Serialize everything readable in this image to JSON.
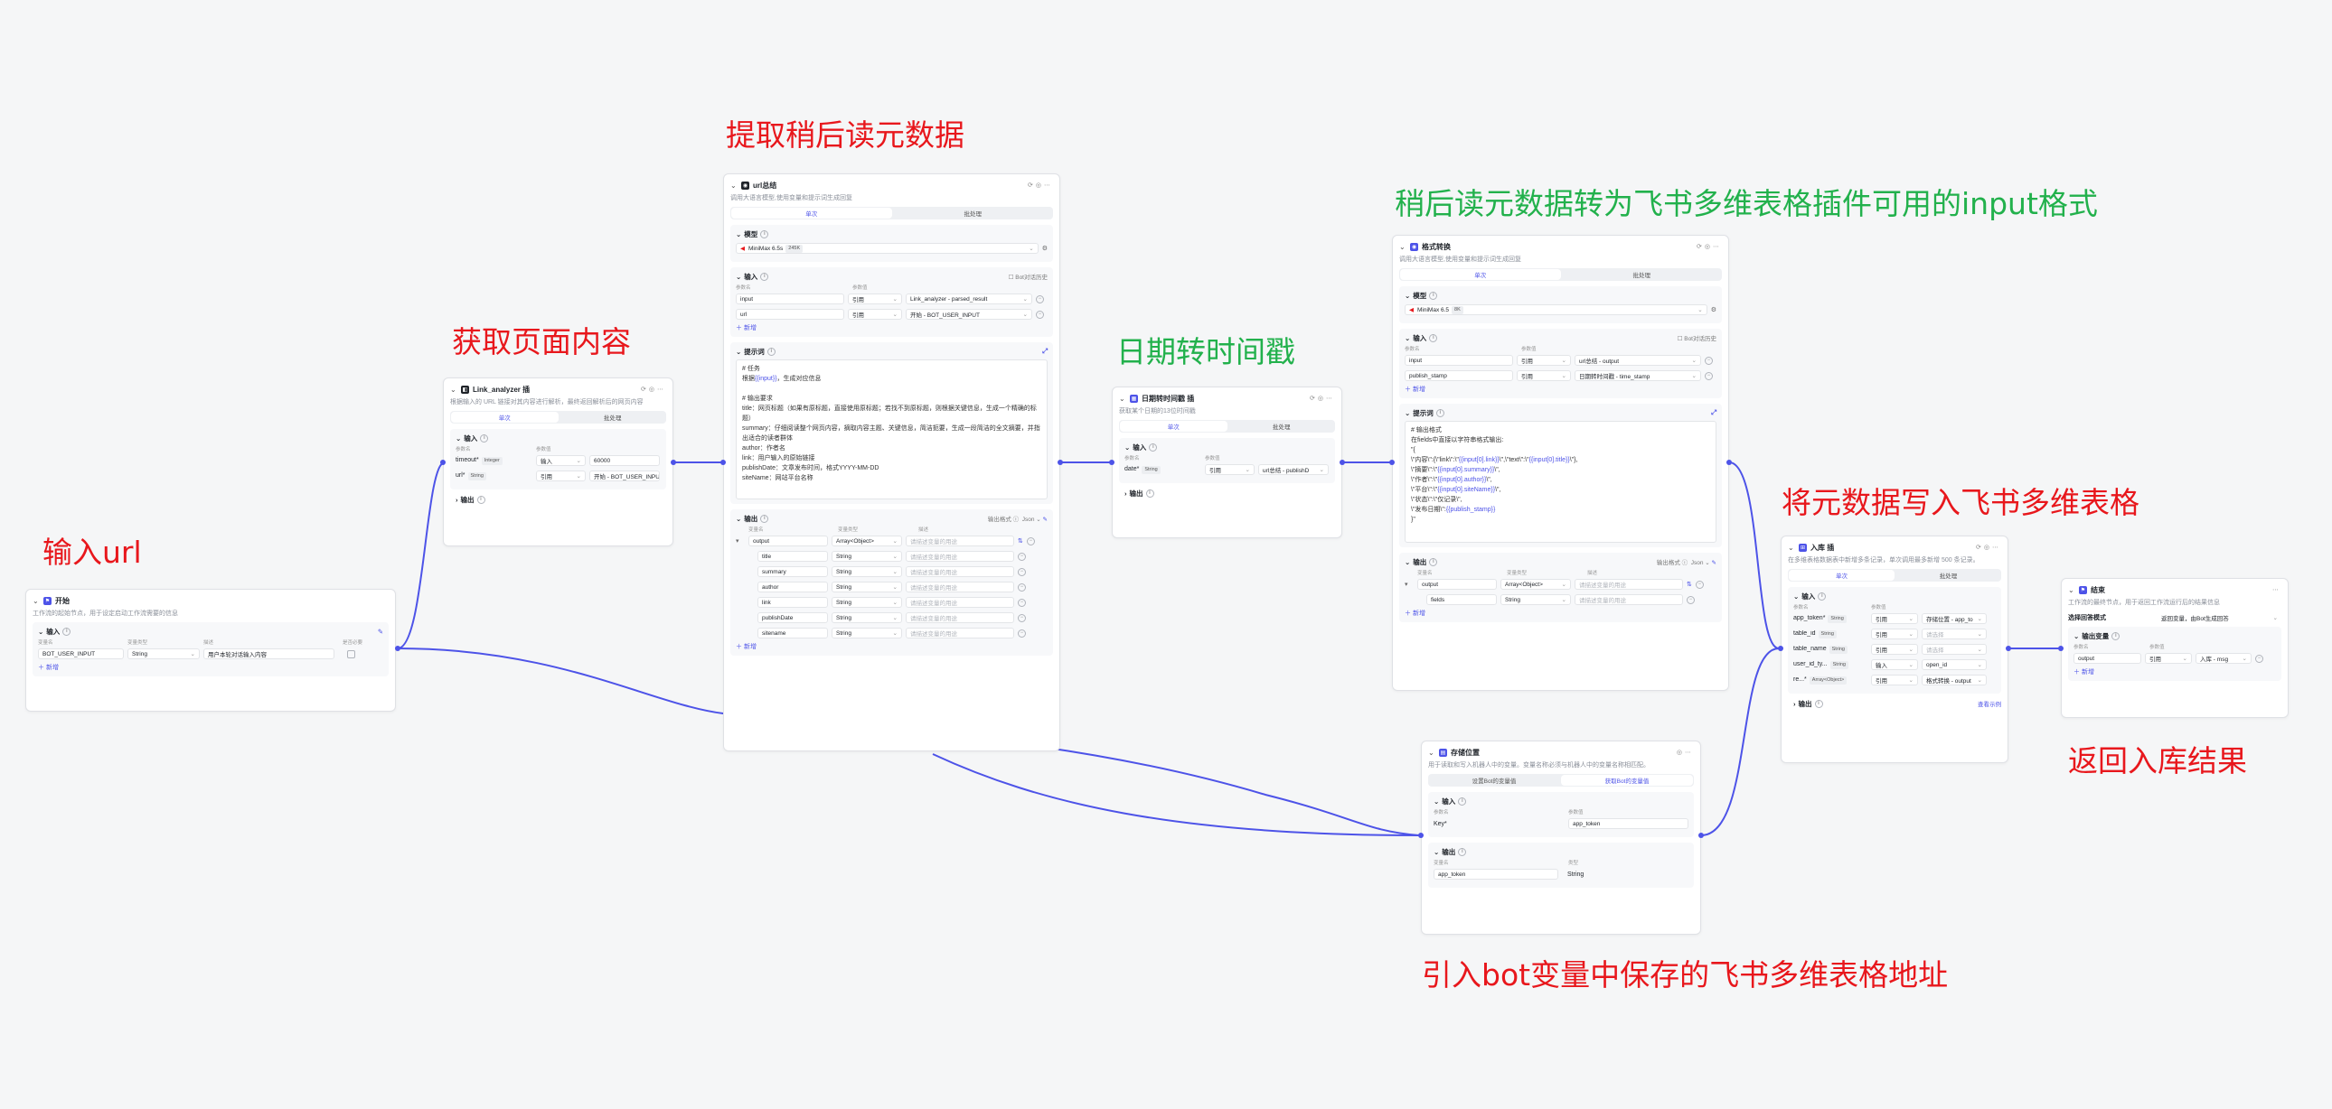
{
  "annotations": {
    "input_url": "输入url",
    "get_page": "获取页面内容",
    "extract": "提取稍后读元数据",
    "date_ts": "日期转时间戳",
    "format": "稍后读元数据转为飞书多维表格插件可用的input格式",
    "write": "将元数据写入飞书多维表格",
    "bot_var": "引入bot变量中保存的飞书多维表格地址",
    "return": "返回入库结果"
  },
  "colors": {
    "red_annotation": "#e8171c",
    "green_annotation": "#22b14c",
    "wire": "#4d53e8"
  },
  "common": {
    "tab_single": "单次",
    "tab_batch": "批处理",
    "input": "输入",
    "output": "输出",
    "add": "新增",
    "prompt": "提示词",
    "model": "模型",
    "col_name": "参数名",
    "col_value": "参数值",
    "col_type": "变量类型",
    "col_desc": "描述",
    "ref": "引用",
    "string": "String",
    "bot_history": "Bot对话历史",
    "json": "Json",
    "placeholder_desc": "请描述变量的用途"
  },
  "start": {
    "title": "开始",
    "desc": "工作流的起始节点，用于设定启动工作流需要的信息",
    "col_name": "变量名",
    "col_type": "变量类型",
    "col_desc": "描述",
    "col_required": "是否必要",
    "var_name": "BOT_USER_INPUT",
    "var_type": "String",
    "var_desc": "用户本轮对话输入内容"
  },
  "link": {
    "title": "Link_analyzer 插",
    "desc": "根据输入的 URL 链接对其内容进行解析，最终返回解析后的网页内容",
    "rows": [
      {
        "name": "timeout*",
        "type": "Integer",
        "mode": "输入",
        "value": "60000"
      },
      {
        "name": "url*",
        "type": "String",
        "mode": "引用",
        "value": "开始 - BOT_USER_INPUT"
      }
    ]
  },
  "url_extract": {
    "title": "url总结",
    "desc": "调用大语言模型,使用变量和提示词生成回复",
    "model_name": "MiniMax 6.5s",
    "model_tag": "245K",
    "inputs": [
      {
        "name": "input",
        "mode": "引用",
        "value": "Link_analyzer - parsed_result"
      },
      {
        "name": "url",
        "mode": "引用",
        "value": "开始 - BOT_USER_INPUT"
      }
    ],
    "prompt": [
      "# 任务",
      "根据{{input}}，生成对应信息",
      "",
      "# 输出要求",
      "title：网页标题（如果有原标题，直接使用原标题；若找不到原标题，则根据关键信息，生成一个精确的标题）",
      "summary：仔细阅读整个网页内容，摘取内容主题、关键信息，简洁扼要，生成一段简洁的全文摘要，并指出适合的读者群体",
      "author：作者名",
      "link：用户输入的原始链接",
      "publishDate：文章发布时间，格式YYYY-MM-DD",
      "siteName：网站平台名称"
    ],
    "output_format": "输出格式",
    "outputs": [
      {
        "name": "output",
        "type": "Array<Object>"
      },
      {
        "name": "title",
        "type": "String"
      },
      {
        "name": "summary",
        "type": "String"
      },
      {
        "name": "author",
        "type": "String"
      },
      {
        "name": "link",
        "type": "String"
      },
      {
        "name": "publishDate",
        "type": "String"
      },
      {
        "name": "sitename",
        "type": "String"
      }
    ]
  },
  "date_node": {
    "title": "日期转时间戳 插",
    "desc": "获取某个日期的13位时间戳",
    "row": {
      "name": "date*",
      "type": "String",
      "mode": "引用",
      "value": "url总结 - publishD"
    }
  },
  "fmt": {
    "title": "格式转换",
    "desc": "调用大语言模型,使用变量和提示词生成回复",
    "model_name": "MiniMax 6.5",
    "model_tag": "8K",
    "inputs": [
      {
        "name": "input",
        "mode": "引用",
        "value": "url总结 - output"
      },
      {
        "name": "publish_stamp",
        "mode": "引用",
        "value": "日期转时间戳 - time_stamp"
      }
    ],
    "prompt": [
      "# 输出格式",
      "在fields中直接以字符串格式输出:",
      "\"{",
      "\\\"内容\\\":{\\\"link\\\":\\\"{{input[0].link}}\\\",\\\"text\\\":\\\"{{input[0].title}}\\\"},",
      "\\\"摘要\\\":\\\"{{input[0].summary}}\\\",",
      "\\\"作者\\\":\\\"{{input[0].author}}\\\",",
      "\\\"平台\\\":\\\"{{input[0].siteName}}\\\",",
      "\\\"状态\\\":\\\"仅记录\\\",",
      "\\\"发布日期\\\":{{publish_stamp}}",
      "}\""
    ],
    "outputs": [
      {
        "name": "output",
        "type": "Array<Object>"
      },
      {
        "name": "fields",
        "type": "String"
      }
    ]
  },
  "storage": {
    "title": "存储位置",
    "desc": "用于读取和写入机器人中的变量。变量名称必须与机器人中的变量名称相匹配。",
    "tab1": "设置Bot的变量值",
    "tab2": "获取Bot的变量值",
    "in_key": "Key*",
    "in_value": "app_token",
    "col_var": "变量名",
    "col_type": "类型",
    "out_name": "app_token",
    "out_type": "String"
  },
  "insert": {
    "title": "入库 插",
    "desc": "在多维表格数据表中新增多条记录，单次调用最多新增 500 条记录。",
    "rows": [
      {
        "name": "app_token*",
        "type": "String",
        "mode": "引用",
        "value": "存储位置 - app_to"
      },
      {
        "name": "table_id",
        "type": "String",
        "mode": "引用",
        "value": "请选择"
      },
      {
        "name": "table_name",
        "type": "String",
        "mode": "引用",
        "value": "请选择"
      },
      {
        "name": "user_id_ty...",
        "type": "String",
        "mode": "输入",
        "value": "open_id"
      },
      {
        "name": "re...*",
        "type": "Array<Object>",
        "mode": "引用",
        "value": "格式转换 - output"
      }
    ],
    "view_example": "查看示例"
  },
  "end_node": {
    "title": "结束",
    "desc": "工作流的最终节点，用于返回工作流运行后的结果信息",
    "mode_label": "选择回答模式",
    "mode_value": "返回变量，由Bot生成回答",
    "out_section": "输出变量",
    "out_name": "output",
    "out_mode": "引用",
    "out_value": "入库 - msg"
  }
}
